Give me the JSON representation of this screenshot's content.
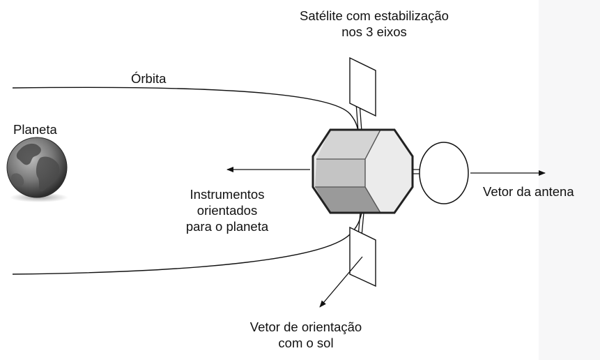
{
  "labels": {
    "satellite": [
      "Satélite com estabilização",
      "nos 3 eixos"
    ],
    "orbit": "Órbita",
    "planet": "Planeta",
    "instruments": [
      "Instrumentos",
      "orientados",
      "para o planeta"
    ],
    "antenna_vector": "Vetor da antena",
    "sun_vector": [
      "Vetor de orientação",
      "com o sol"
    ]
  },
  "colors": {
    "stroke": "#111111",
    "body_light": "#d6d6d6",
    "body_mid": "#bdbdbd",
    "body_dark": "#9a9a9a",
    "body_face": "#ececec",
    "background_strip": "#f7f7f8"
  }
}
